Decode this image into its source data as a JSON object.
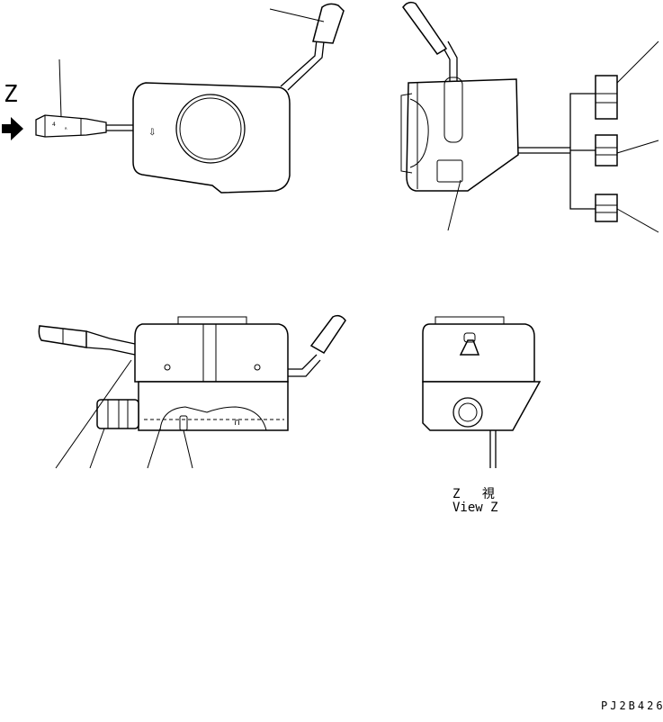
{
  "labels": {
    "z_arrow": "Z",
    "view_z_cjk": "Z 視",
    "view_z_en": "View Z",
    "drawing_code": "PJ2B426"
  },
  "colors": {
    "line": "#000000",
    "background": "#ffffff"
  }
}
